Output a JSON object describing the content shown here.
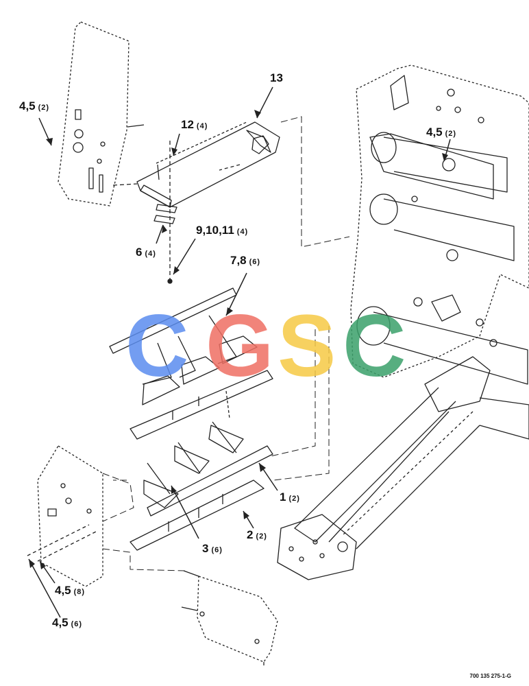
{
  "callouts": [
    {
      "id": "c-13",
      "number": "13",
      "qty": ""
    },
    {
      "id": "c-12",
      "number": "12",
      "qty": "(4)"
    },
    {
      "id": "c-45-top-left",
      "number": "4,5",
      "qty": "(2)"
    },
    {
      "id": "c-45-top-right",
      "number": "4,5",
      "qty": "(2)"
    },
    {
      "id": "c-6",
      "number": "6",
      "qty": "(4)"
    },
    {
      "id": "c-91011",
      "number": "9,10,11",
      "qty": "(4)"
    },
    {
      "id": "c-78",
      "number": "7,8",
      "qty": "(6)"
    },
    {
      "id": "c-1",
      "number": "1",
      "qty": "(2)"
    },
    {
      "id": "c-2",
      "number": "2",
      "qty": "(2)"
    },
    {
      "id": "c-3",
      "number": "3",
      "qty": "(6)"
    },
    {
      "id": "c-45-8",
      "number": "4,5",
      "qty": "(8)"
    },
    {
      "id": "c-45-6",
      "number": "4,5",
      "qty": "(6)"
    }
  ],
  "figure_id": "700 135 275-1-G",
  "watermark": {
    "letters": [
      "C",
      "G",
      "S",
      "C"
    ],
    "colors": [
      "#5b8def",
      "#ef6f63",
      "#f6c945",
      "#3aa06a"
    ]
  }
}
